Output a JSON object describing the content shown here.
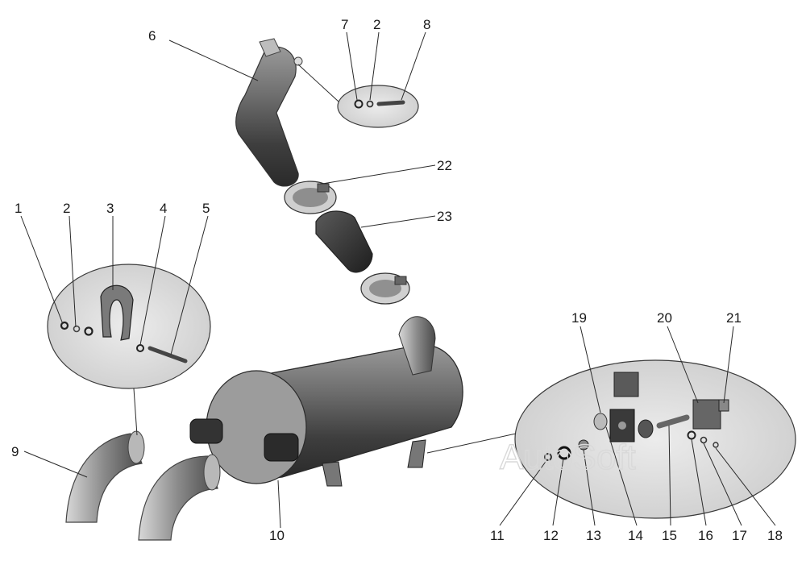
{
  "watermark": "AutoSoft",
  "callouts": [
    {
      "id": "c1",
      "text": "1"
    },
    {
      "id": "c2a",
      "text": "2"
    },
    {
      "id": "c3",
      "text": "3"
    },
    {
      "id": "c4",
      "text": "4"
    },
    {
      "id": "c5",
      "text": "5"
    },
    {
      "id": "c6",
      "text": "6"
    },
    {
      "id": "c7",
      "text": "7"
    },
    {
      "id": "c2b",
      "text": "2"
    },
    {
      "id": "c8",
      "text": "8"
    },
    {
      "id": "c9",
      "text": "9"
    },
    {
      "id": "c10",
      "text": "10"
    },
    {
      "id": "c11",
      "text": "11"
    },
    {
      "id": "c12",
      "text": "12"
    },
    {
      "id": "c13",
      "text": "13"
    },
    {
      "id": "c14",
      "text": "14"
    },
    {
      "id": "c15",
      "text": "15"
    },
    {
      "id": "c16",
      "text": "16"
    },
    {
      "id": "c17",
      "text": "17"
    },
    {
      "id": "c18",
      "text": "18"
    },
    {
      "id": "c19",
      "text": "19"
    },
    {
      "id": "c20",
      "text": "20"
    },
    {
      "id": "c21",
      "text": "21"
    },
    {
      "id": "c22",
      "text": "22"
    },
    {
      "id": "c23",
      "text": "23"
    }
  ]
}
